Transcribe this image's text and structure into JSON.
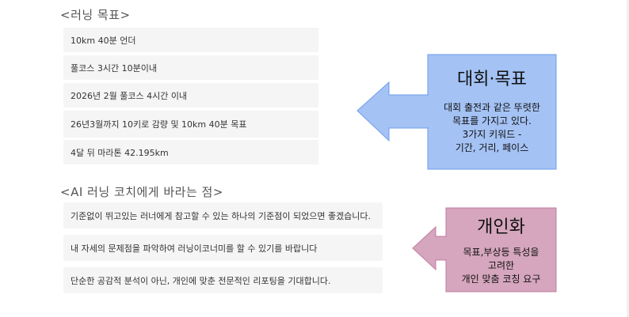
{
  "goals_section": {
    "title": "<러닝 목표>",
    "items": [
      "10km 40분 언더",
      "풀코스 3시간 10분이내",
      "2026년 2월 풀코스 4시간 이내",
      "26년3월까지 10키로 감량 및 10km 40분 목표",
      "4달 뒤 마라톤 42.195km"
    ]
  },
  "expectations_section": {
    "title": "<AI 러닝 코치에게 바라는 점>",
    "items": [
      "기준없이 뛰고있는 러너에게 참고할 수 있는 하나의 기준점이 되었으면 좋겠습니다.",
      "내 자세의 문제점을 파악하여 러닝이코너미를 할 수 있기를 바랍니다",
      "단순한 공감적 분석이 아닌, 개인에 맞춘 전문적인 리포팅을 기대합니다."
    ]
  },
  "callout_goals": {
    "title": "대회·목표",
    "lines": [
      "대회 출전과 같은 뚜렷한",
      "목표를 가지고 있다.",
      "3가지 키워드 -",
      "기간, 거리, 페이스"
    ],
    "color": "#a4c2f4",
    "border_color": "#6d9eeb"
  },
  "callout_personal": {
    "title": "개인화",
    "lines": [
      "목표,부상등 특성을",
      "고려한",
      "개인 맞춤 코칭 요구"
    ],
    "color": "#d5a6bd",
    "border_color": "#c27ba0"
  }
}
